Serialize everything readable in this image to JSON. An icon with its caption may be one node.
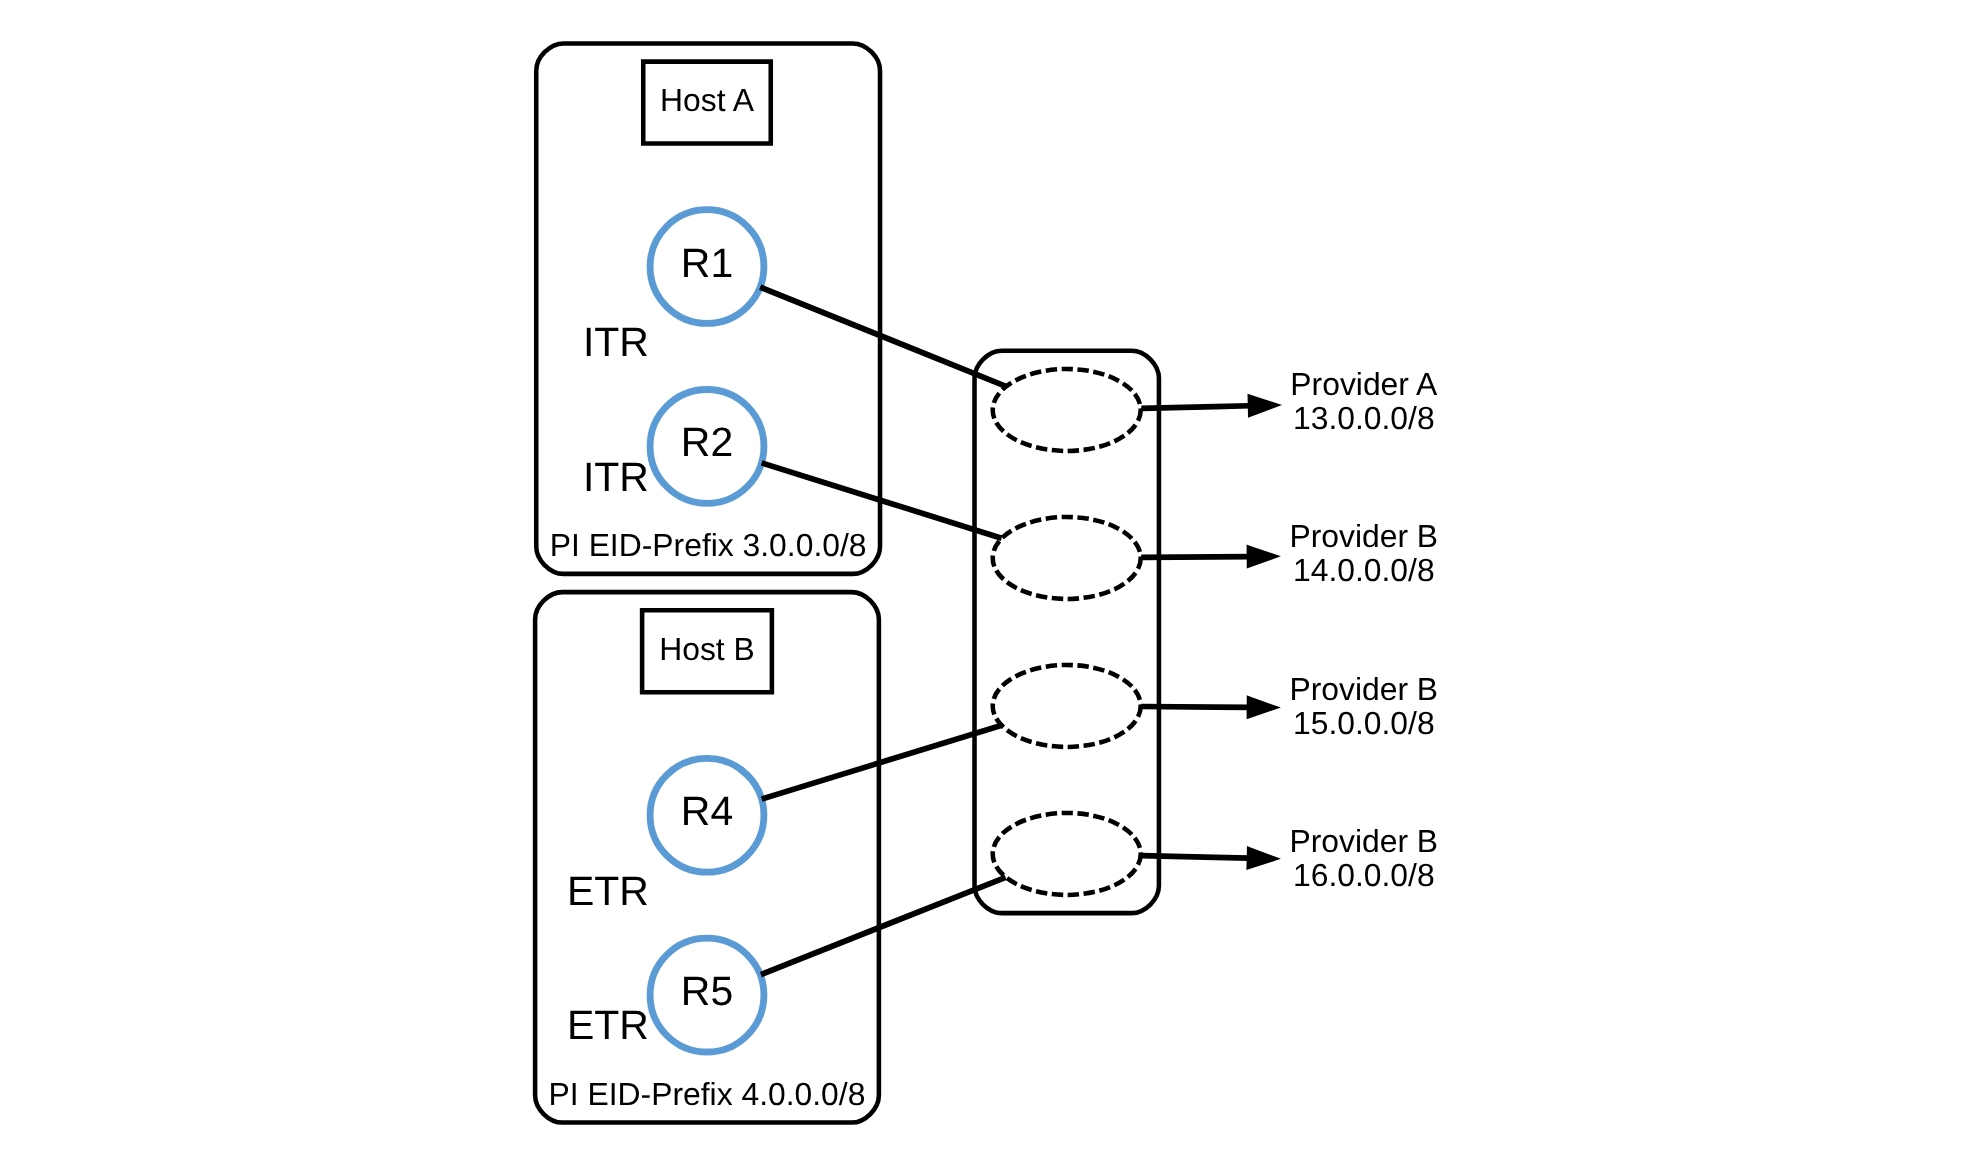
{
  "diagram": {
    "nodes": [
      {
        "text": [],
        "shape": "cloud",
        "beside": [
          "PI EID-Prefix 3.0.0.0/8"
        ]
      },
      {
        "text": [
          "Host A"
        ],
        "in": 0
      },
      {
        "text": [
          "R1"
        ],
        "in": 0,
        "beside": [
          "ITR"
        ]
      },
      {
        "text": [
          "R2"
        ],
        "in": 0,
        "beside": [
          "ITR"
        ]
      },
      {
        "text": [],
        "shape": "cloud"
      },
      {
        "text": [],
        "shape": "cloud",
        "in": 4
      },
      {
        "text": [],
        "shape": "cloud",
        "in": 4
      },
      {
        "text": [],
        "shape": "cloud",
        "in": 4
      },
      {
        "text": [],
        "shape": "cloud",
        "in": 4
      },
      {
        "text": [],
        "shape": "cloud",
        "beside": [
          "PI EID-Prefix 4.0.0.0/8"
        ]
      },
      {
        "text": [
          "Host B"
        ],
        "in": 9
      },
      {
        "text": [
          "R4"
        ],
        "in": 9,
        "beside": [
          "ETR"
        ]
      },
      {
        "text": [
          "R5"
        ],
        "in": 9,
        "beside": [
          "ETR"
        ]
      },
      {
        "text": [
          "Provider A",
          "13.0.0.0/8"
        ]
      },
      {
        "text": [
          "Provider B",
          "15.0.0.0/8"
        ]
      },
      {
        "text": [
          "Provider B",
          "16.0.0.0/8"
        ]
      },
      {
        "text": [
          "Provider B",
          "14.0.0.0/8"
        ]
      }
    ],
    "edges": [
      {
        "from": 2,
        "to": 5,
        "arrow": "none"
      },
      {
        "from": 3,
        "to": 6,
        "arrow": "none"
      },
      {
        "from": 11,
        "to": 7,
        "arrow": "none"
      },
      {
        "from": 12,
        "to": 8,
        "arrow": "none"
      },
      {
        "from": 5,
        "to": 13,
        "arrow": "to"
      },
      {
        "from": 7,
        "to": 14,
        "arrow": "to"
      },
      {
        "from": 8,
        "to": 15,
        "arrow": "to"
      },
      {
        "from": 6,
        "to": 16,
        "arrow": "to"
      }
    ]
  }
}
